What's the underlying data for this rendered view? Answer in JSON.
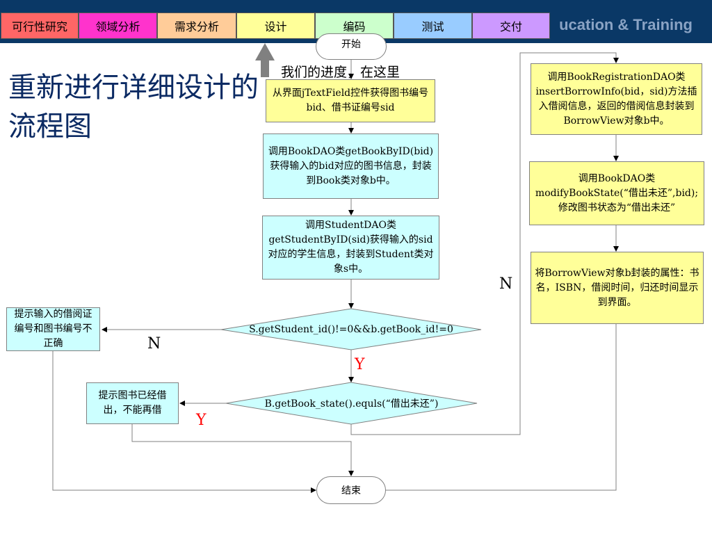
{
  "header": {
    "brand_text": "ucation & Training",
    "phases": [
      {
        "label": "可行性研究",
        "color": "#ff6666"
      },
      {
        "label": "领域分析",
        "color": "#ff33cc"
      },
      {
        "label": "需求分析",
        "color": "#ffcc99"
      },
      {
        "label": "设计",
        "color": "#ffff99"
      },
      {
        "label": "编码",
        "color": "#ccffcc"
      },
      {
        "label": "测试",
        "color": "#99ccff"
      },
      {
        "label": "交付",
        "color": "#cc99ff"
      }
    ]
  },
  "slide": {
    "title": "重新进行详细设计的流程图",
    "progress_note": "我们的进度，在这里"
  },
  "flowchart": {
    "start": "开始",
    "step1": "从界面jTextField控件获得图书编号bid、借书证编号sid",
    "step2": "调用BookDAO类getBookByID(bid)获得输入的bid对应的图书信息，封装到Book类对象b中。",
    "step3": "调用StudentDAO类getStudentByID(sid)获得输入的sid对应的学生信息，封装到Student类对象s中。",
    "decision1": "S.getStudent_id()!=0&&b.getBook_id!=0",
    "decision2": "B.getBook_state().equls(“借出未还”)",
    "error1": "提示输入的借阅证编号和图书编号不正确",
    "error2": "提示图书已经借出，不能再借",
    "step4": "调用BookRegistrationDAO类insertBorrowInfo(bid，sid)方法插入借阅信息，返回的借阅信息封装到BorrowView对象b中。",
    "step5": "调用BookDAO类modifyBookState(“借出未还”,bid);修改图书状态为“借出未还”",
    "step6": "将BorrowView对象b封装的属性：书名，ISBN，借阅时间，归还时间显示到界面。",
    "end": "结束",
    "label_d1_no": "N",
    "label_d1_yes": "Y",
    "label_d2_yes": "Y",
    "label_d2_no": "N"
  },
  "colors": {
    "topbar": "#0a3866",
    "title": "#0b2a63",
    "process_yellow": "#ffff99",
    "process_cyan": "#ccffff",
    "yes_label": "#ff0000"
  }
}
